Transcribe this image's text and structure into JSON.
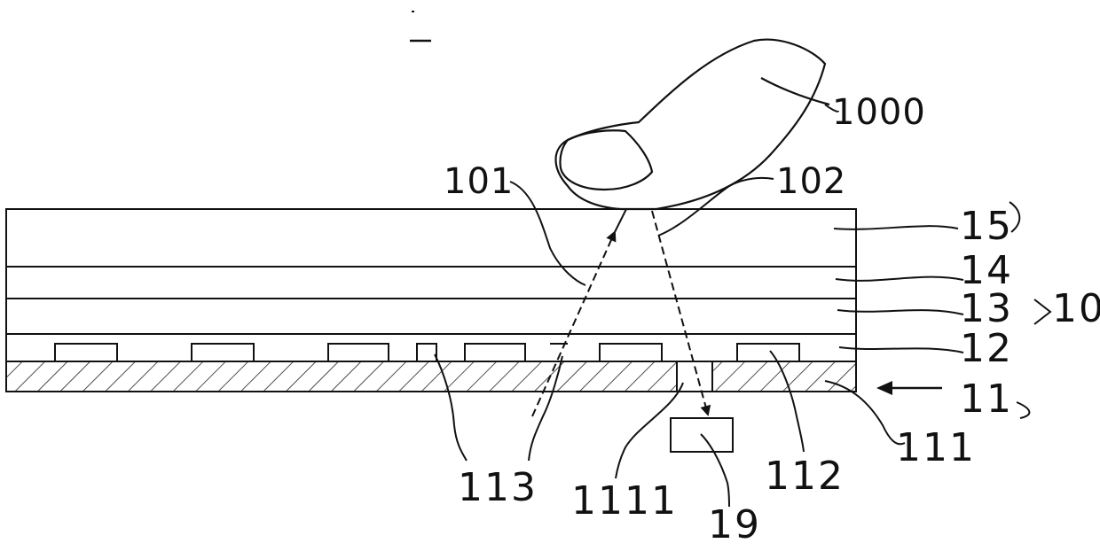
{
  "figure": {
    "labels": {
      "finger": "1000",
      "ray_in": "101",
      "ray_out": "102",
      "layer_15": "15",
      "layer_14": "14",
      "layer_13": "13",
      "group": "10",
      "layer_12": "12",
      "substrate": "11",
      "substrate_layer": "111",
      "opening": "1111",
      "pad": "112",
      "light_sources": "113",
      "sensor": "19"
    },
    "colors": {
      "ink": "#111111",
      "background": "#ffffff",
      "hatch": "#222222"
    }
  }
}
